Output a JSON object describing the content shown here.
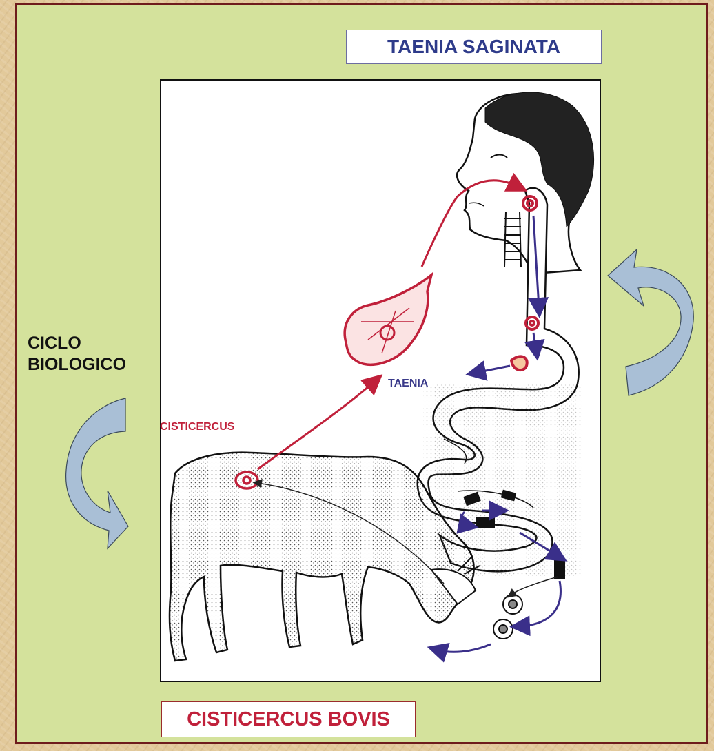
{
  "title": "TAENIA SAGINATA",
  "side_label_lines": [
    "CICLO",
    "BIOLOGICO"
  ],
  "figure_labels": {
    "taenia": "TAENIA",
    "cisticercus": "CISTICERCUS"
  },
  "footer": "CISTICERCUS BOVIS",
  "colors": {
    "panel_bg": "#d4e29c",
    "panel_border": "#6e1c1c",
    "title_text": "#2e3b8a",
    "footer_text": "#c0203a",
    "red_arrow": "#c0203a",
    "blue_arrow": "#3a2f8a",
    "cycle_arrow_fill": "#a9bfd6"
  },
  "icons": [
    "cycle-arrow-left-icon",
    "cycle-arrow-right-icon"
  ]
}
